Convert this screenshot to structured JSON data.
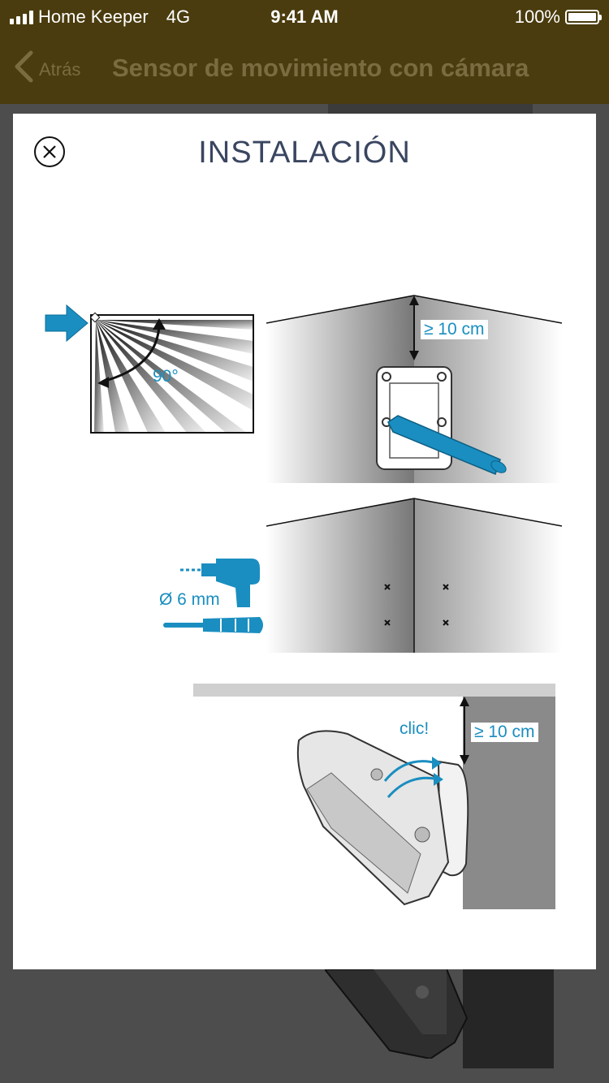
{
  "status_bar": {
    "carrier": "Home Keeper",
    "network": "4G",
    "time": "9:41 AM",
    "battery": "100%"
  },
  "nav": {
    "back_label": "Atrás",
    "title": "Sensor de movimiento con cámara"
  },
  "modal": {
    "title": "INSTALACIÓN",
    "step1": {
      "angle_label": "90°",
      "clearance_label": "≥ 10 cm"
    },
    "step2": {
      "drill_label": "Ø 6 mm"
    },
    "step3": {
      "click_label": "clic!",
      "clearance_label": "≥ 10 cm"
    }
  },
  "colors": {
    "accent": "#1a8ec0",
    "nav_bg": "#4a3c0e",
    "title": "#3a4660"
  }
}
